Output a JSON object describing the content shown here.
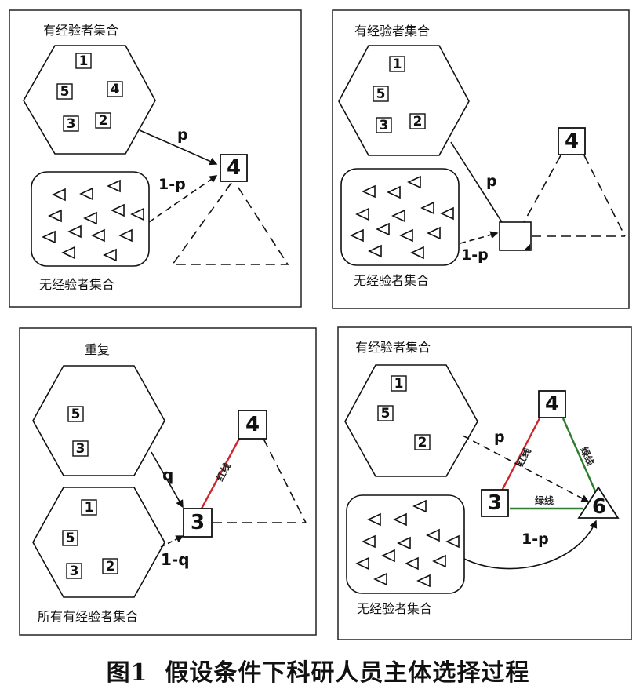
{
  "caption": {
    "figure_number": "图1",
    "title": "假设条件下科研人员主体选择过程"
  },
  "panel1": {
    "experienced_set": "有经验者集合",
    "inexperienced_set": "无经验者集合",
    "members": [
      "1",
      "5",
      "4",
      "3",
      "2"
    ],
    "target": "4",
    "edge_p": "p",
    "edge_1p": "1-p"
  },
  "panel2": {
    "experienced_set": "有经验者集合",
    "inexperienced_set": "无经验者集合",
    "members": [
      "1",
      "5",
      "3",
      "2"
    ],
    "target": "4",
    "edge_p": "p",
    "edge_1p": "1-p"
  },
  "panel3": {
    "repeat_label": "重复",
    "all_experienced_set": "所有有经验者集合",
    "repeat_members": [
      "5",
      "3"
    ],
    "members": [
      "1",
      "5",
      "3",
      "2"
    ],
    "target_top": "4",
    "target_new": "3",
    "edge_q": "q",
    "edge_1q": "1-q",
    "red_line": "红线"
  },
  "panel4": {
    "experienced_set": "有经验者集合",
    "inexperienced_set": "无经验者集合",
    "members": [
      "1",
      "5",
      "2"
    ],
    "node_top": "4",
    "node_left": "3",
    "node_right": "6",
    "edge_p": "p",
    "edge_1p": "1-p",
    "red_line": "红线",
    "green_line": "绿线",
    "green_line_right": "绿线"
  },
  "colors": {
    "red_line": "#d0252b",
    "green_line": "#2e7d2e",
    "ink": "#111111"
  }
}
